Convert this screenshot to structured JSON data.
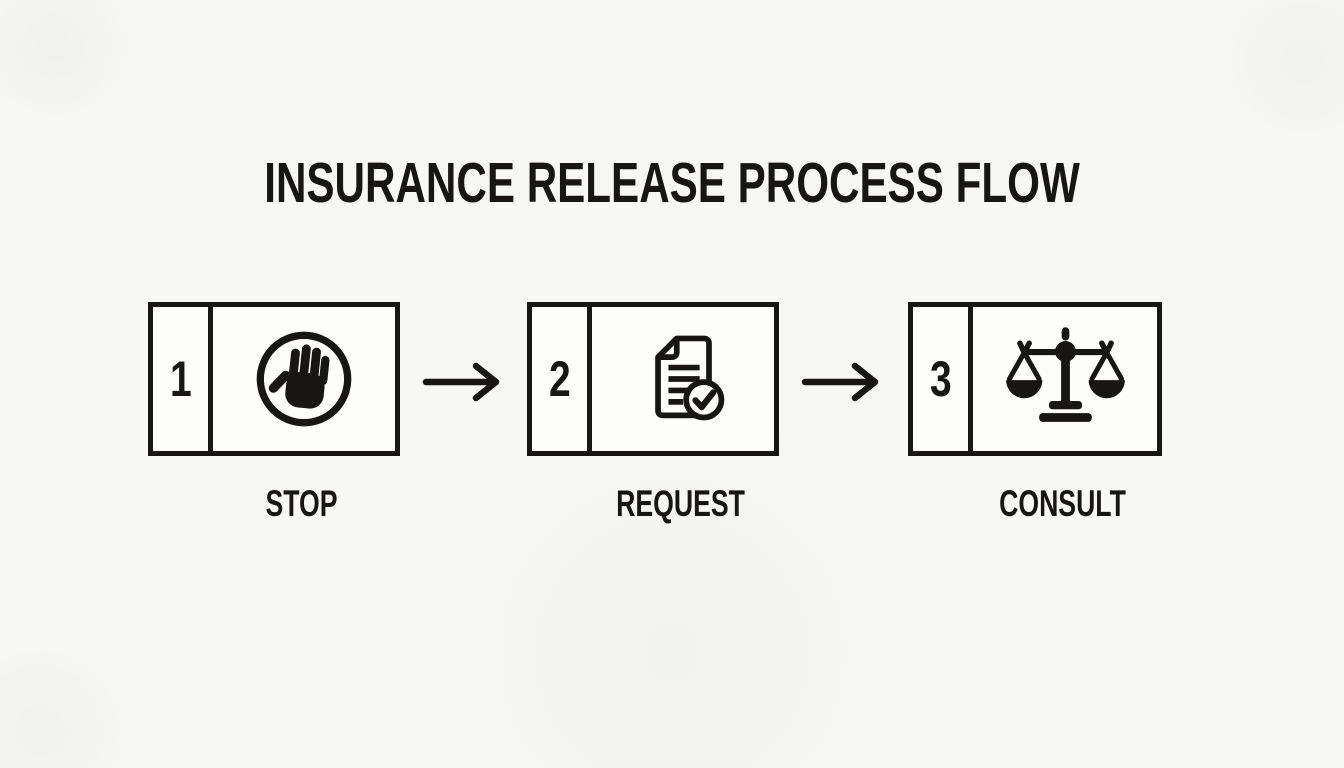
{
  "title": "INSURANCE RELEASE PROCESS FLOW",
  "colors": {
    "ink": "#181614",
    "background": "#f7f7f4",
    "box_fill": "#fdfdfc"
  },
  "steps": [
    {
      "number": "1",
      "label": "STOP",
      "icon": "stop-hand-icon"
    },
    {
      "number": "2",
      "label": "REQUEST",
      "icon": "document-check-icon"
    },
    {
      "number": "3",
      "label": "CONSULT",
      "icon": "scales-of-justice-icon"
    }
  ],
  "connectors": [
    {
      "icon": "right-arrow-icon"
    },
    {
      "icon": "right-arrow-icon"
    }
  ]
}
